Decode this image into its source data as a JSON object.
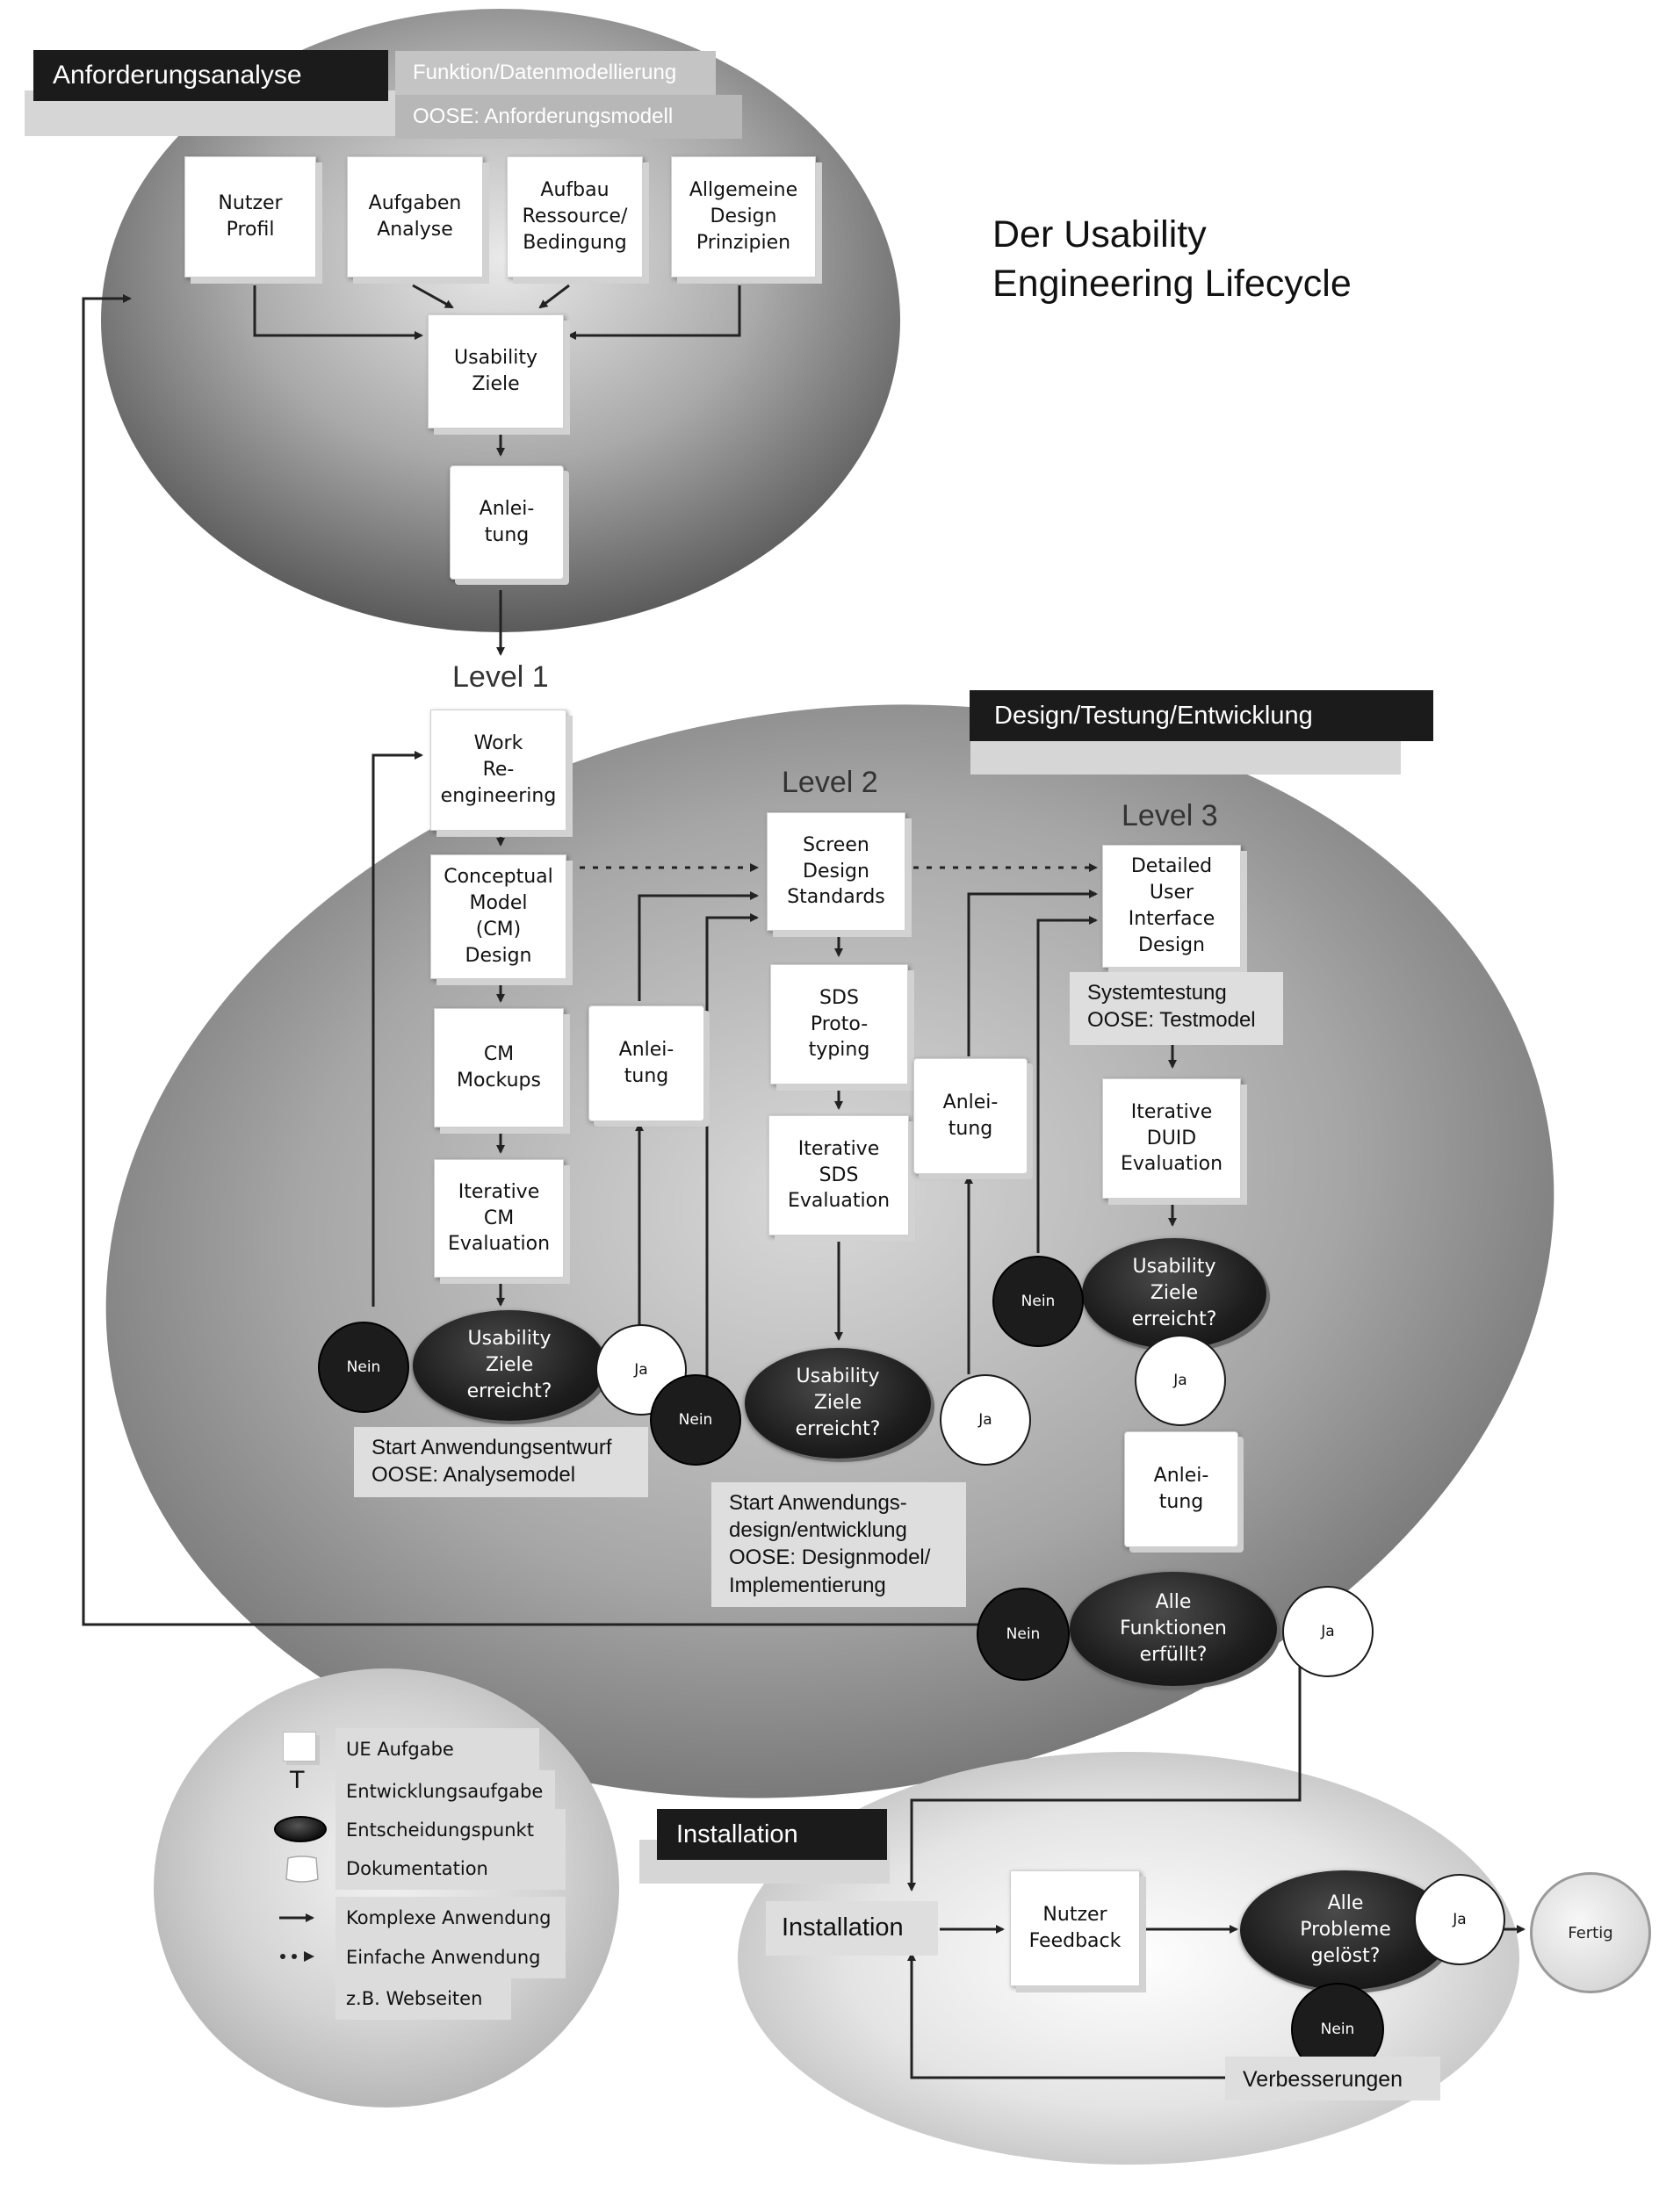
{
  "title": {
    "line1": "Der Usability",
    "line2": "Engineering Lifecycle"
  },
  "analysis": {
    "tag": "Anforderungsanalyse",
    "sub1": "Funktion/Datenmodellierung",
    "sub2": "OOSE: Anforderungsmodell",
    "tasks": [
      "Nutzer\nProfil",
      "Aufgaben\nAnalyse",
      "Aufbau\nRessource/\nBedingung",
      "Allgemeine\nDesign\nPrinzipien"
    ],
    "goals": "Usability\nZiele",
    "guide": "Anlei-\ntung"
  },
  "design": {
    "tag": "Design/Testung/Entwicklung",
    "level1": {
      "label": "Level 1",
      "steps": [
        "Work\nRe-\nengineering",
        "Conceptual\nModel\n(CM)\nDesign",
        "CM\nMockups",
        "Iterative\nCM\nEvaluation"
      ],
      "decision": "Usability\nZiele\nerreicht?",
      "no": "Nein",
      "yes": "Ja",
      "guide": "Anlei-\ntung",
      "note": "Start Anwendungsentwurf\nOOSE: Analysemodel"
    },
    "level2": {
      "label": "Level 2",
      "steps": [
        "Screen\nDesign\nStandards",
        "SDS\nProto-\ntyping",
        "Iterative\nSDS\nEvaluation"
      ],
      "decision": "Usability\nZiele\nerreicht?",
      "no": "Nein",
      "yes": "Ja",
      "guide": "Anlei-\ntung",
      "note": "Start Anwendungs-\ndesign/entwicklung\nOOSE: Designmodel/\nImplementierung"
    },
    "level3": {
      "label": "Level 3",
      "steps": [
        "Detailed\nUser\nInterface\nDesign",
        "Iterative\nDUID\nEvaluation"
      ],
      "note": "Systemtestung\nOOSE: Testmodel",
      "decision": "Usability\nZiele\nerreicht?",
      "no": "Nein",
      "yes": "Ja",
      "guide": "Anlei-\ntung"
    },
    "final_decision": "Alle\nFunktionen\nerfüllt?",
    "final_no": "Nein",
    "final_yes": "Ja"
  },
  "installation": {
    "tag": "Installation",
    "step": "Installation",
    "feedback": "Nutzer\nFeedback",
    "decision": "Alle\nProbleme\ngelöst?",
    "yes": "Ja",
    "no": "Nein",
    "done": "Fertig",
    "improvements": "Verbesserungen"
  },
  "legend": {
    "items": [
      "UE Aufgabe",
      "Entwicklungsaufgabe",
      "Entscheidungspunkt",
      "Dokumentation",
      "Komplexe Anwendung",
      "Einfache Anwendung",
      "z.B. Webseiten"
    ],
    "t_symbol": "T"
  },
  "colors": {
    "dark": "#1c1c1c",
    "blob": "#8c8c8c",
    "note": "#dedede",
    "tag": "#1b1b1b"
  }
}
